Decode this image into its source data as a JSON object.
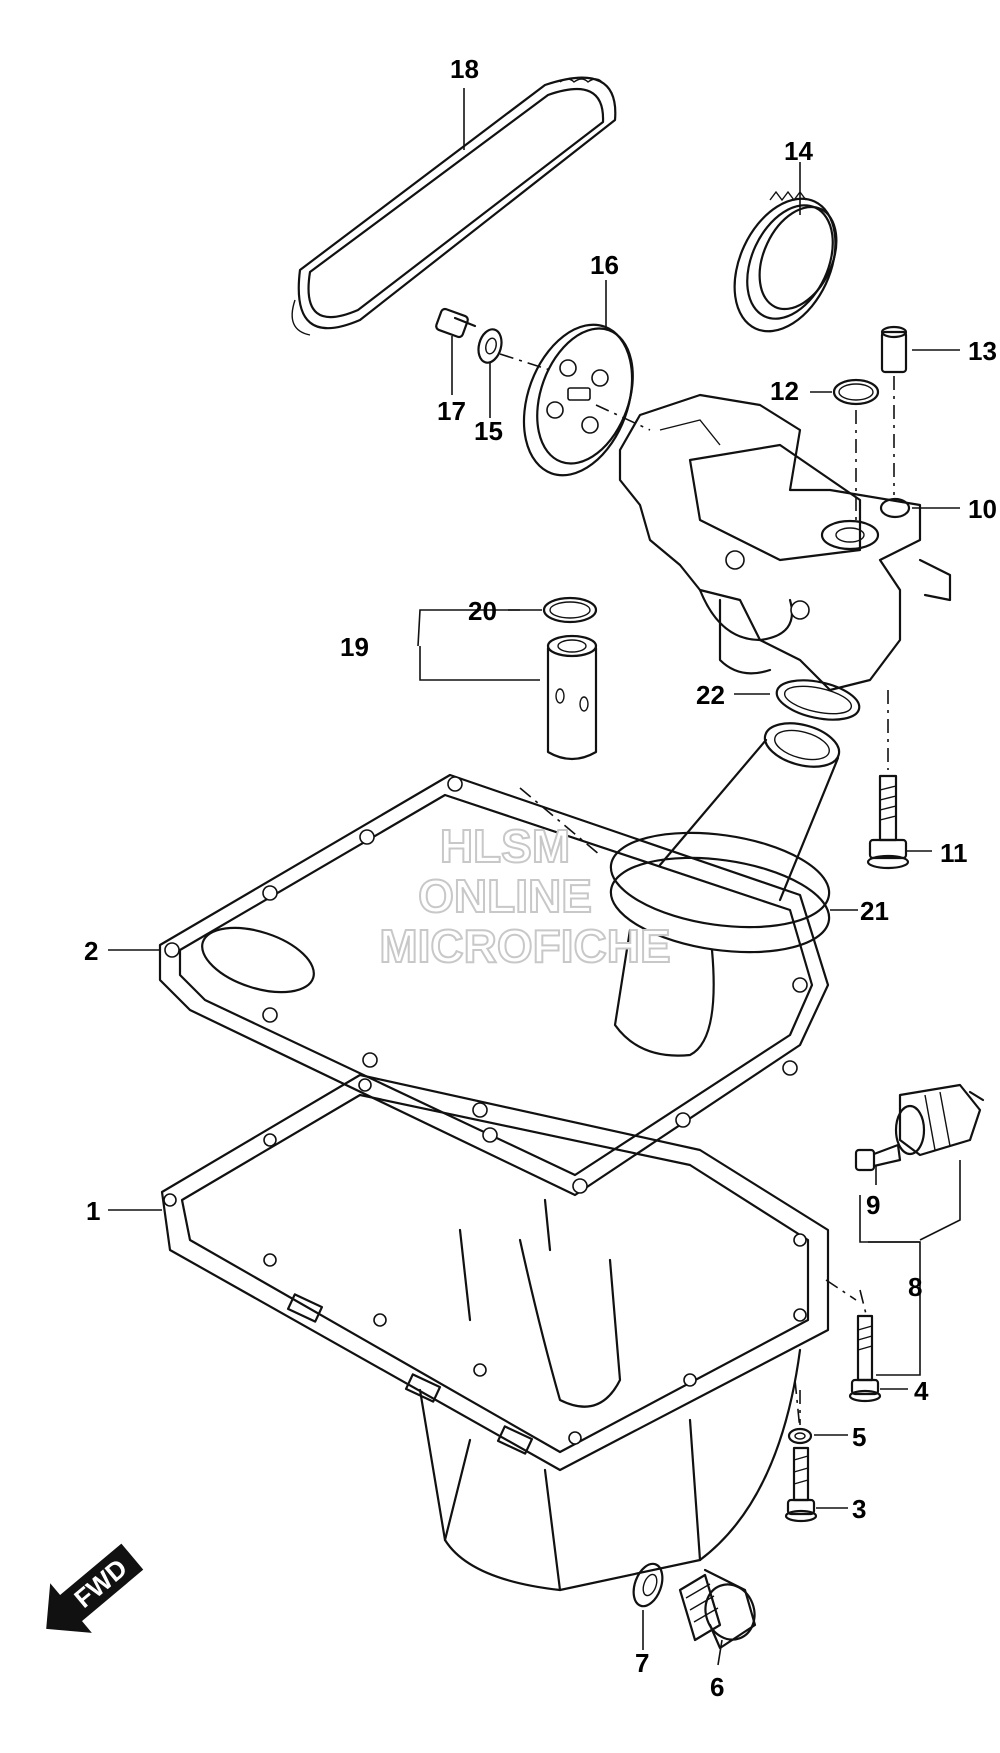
{
  "watermark": {
    "line1": "HLSM",
    "line2": "ONLINE",
    "line3": "MICROFICHE"
  },
  "direction_badge": {
    "label": "FWD"
  },
  "callouts": {
    "c1": "1",
    "c2": "2",
    "c3": "3",
    "c4": "4",
    "c5": "5",
    "c6": "6",
    "c7": "7",
    "c8": "8",
    "c9": "9",
    "c10": "10",
    "c11": "11",
    "c12": "12",
    "c13": "13",
    "c14": "14",
    "c15": "15",
    "c16": "16",
    "c17": "17",
    "c18": "18",
    "c19": "19",
    "c20": "20",
    "c21": "21",
    "c22": "22"
  }
}
